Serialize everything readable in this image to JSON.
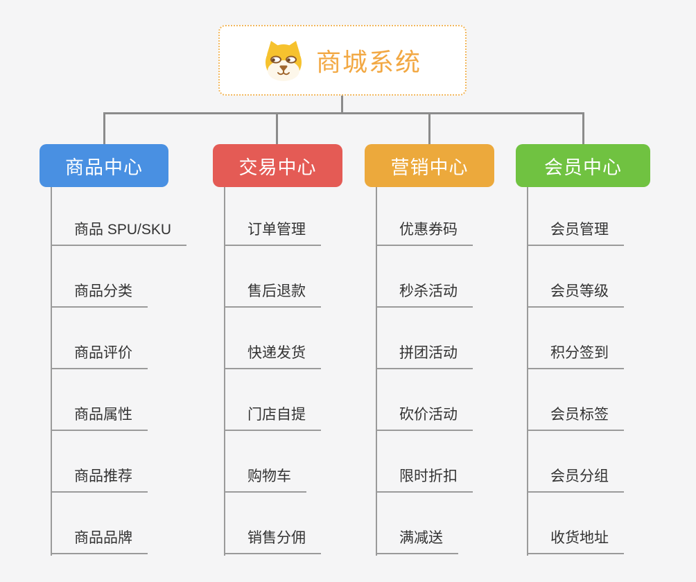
{
  "root": {
    "title": "商城系统",
    "icon": "shiba-dog-icon"
  },
  "branches": [
    {
      "id": "product-center",
      "label": "商品中心",
      "color": "#4990E2",
      "children": [
        "商品 SPU/SKU",
        "商品分类",
        "商品评价",
        "商品属性",
        "商品推荐",
        "商品品牌"
      ]
    },
    {
      "id": "trade-center",
      "label": "交易中心",
      "color": "#E45B55",
      "children": [
        "订单管理",
        "售后退款",
        "快递发货",
        "门店自提",
        "购物车",
        "销售分佣"
      ]
    },
    {
      "id": "marketing-center",
      "label": "营销中心",
      "color": "#ECA93C",
      "children": [
        "优惠券码",
        "秒杀活动",
        "拼团活动",
        "砍价活动",
        "限时折扣",
        "满减送"
      ]
    },
    {
      "id": "member-center",
      "label": "会员中心",
      "color": "#70C241",
      "children": [
        "会员管理",
        "会员等级",
        "积分签到",
        "会员标签",
        "会员分组",
        "收货地址"
      ]
    }
  ],
  "colors": {
    "background": "#F5F5F6",
    "root_accent": "#F2A843",
    "root_border": "#F2B75B",
    "connector": "#8B8B8B",
    "branch_line": "#9A9A9A",
    "child_text": "#333333"
  }
}
